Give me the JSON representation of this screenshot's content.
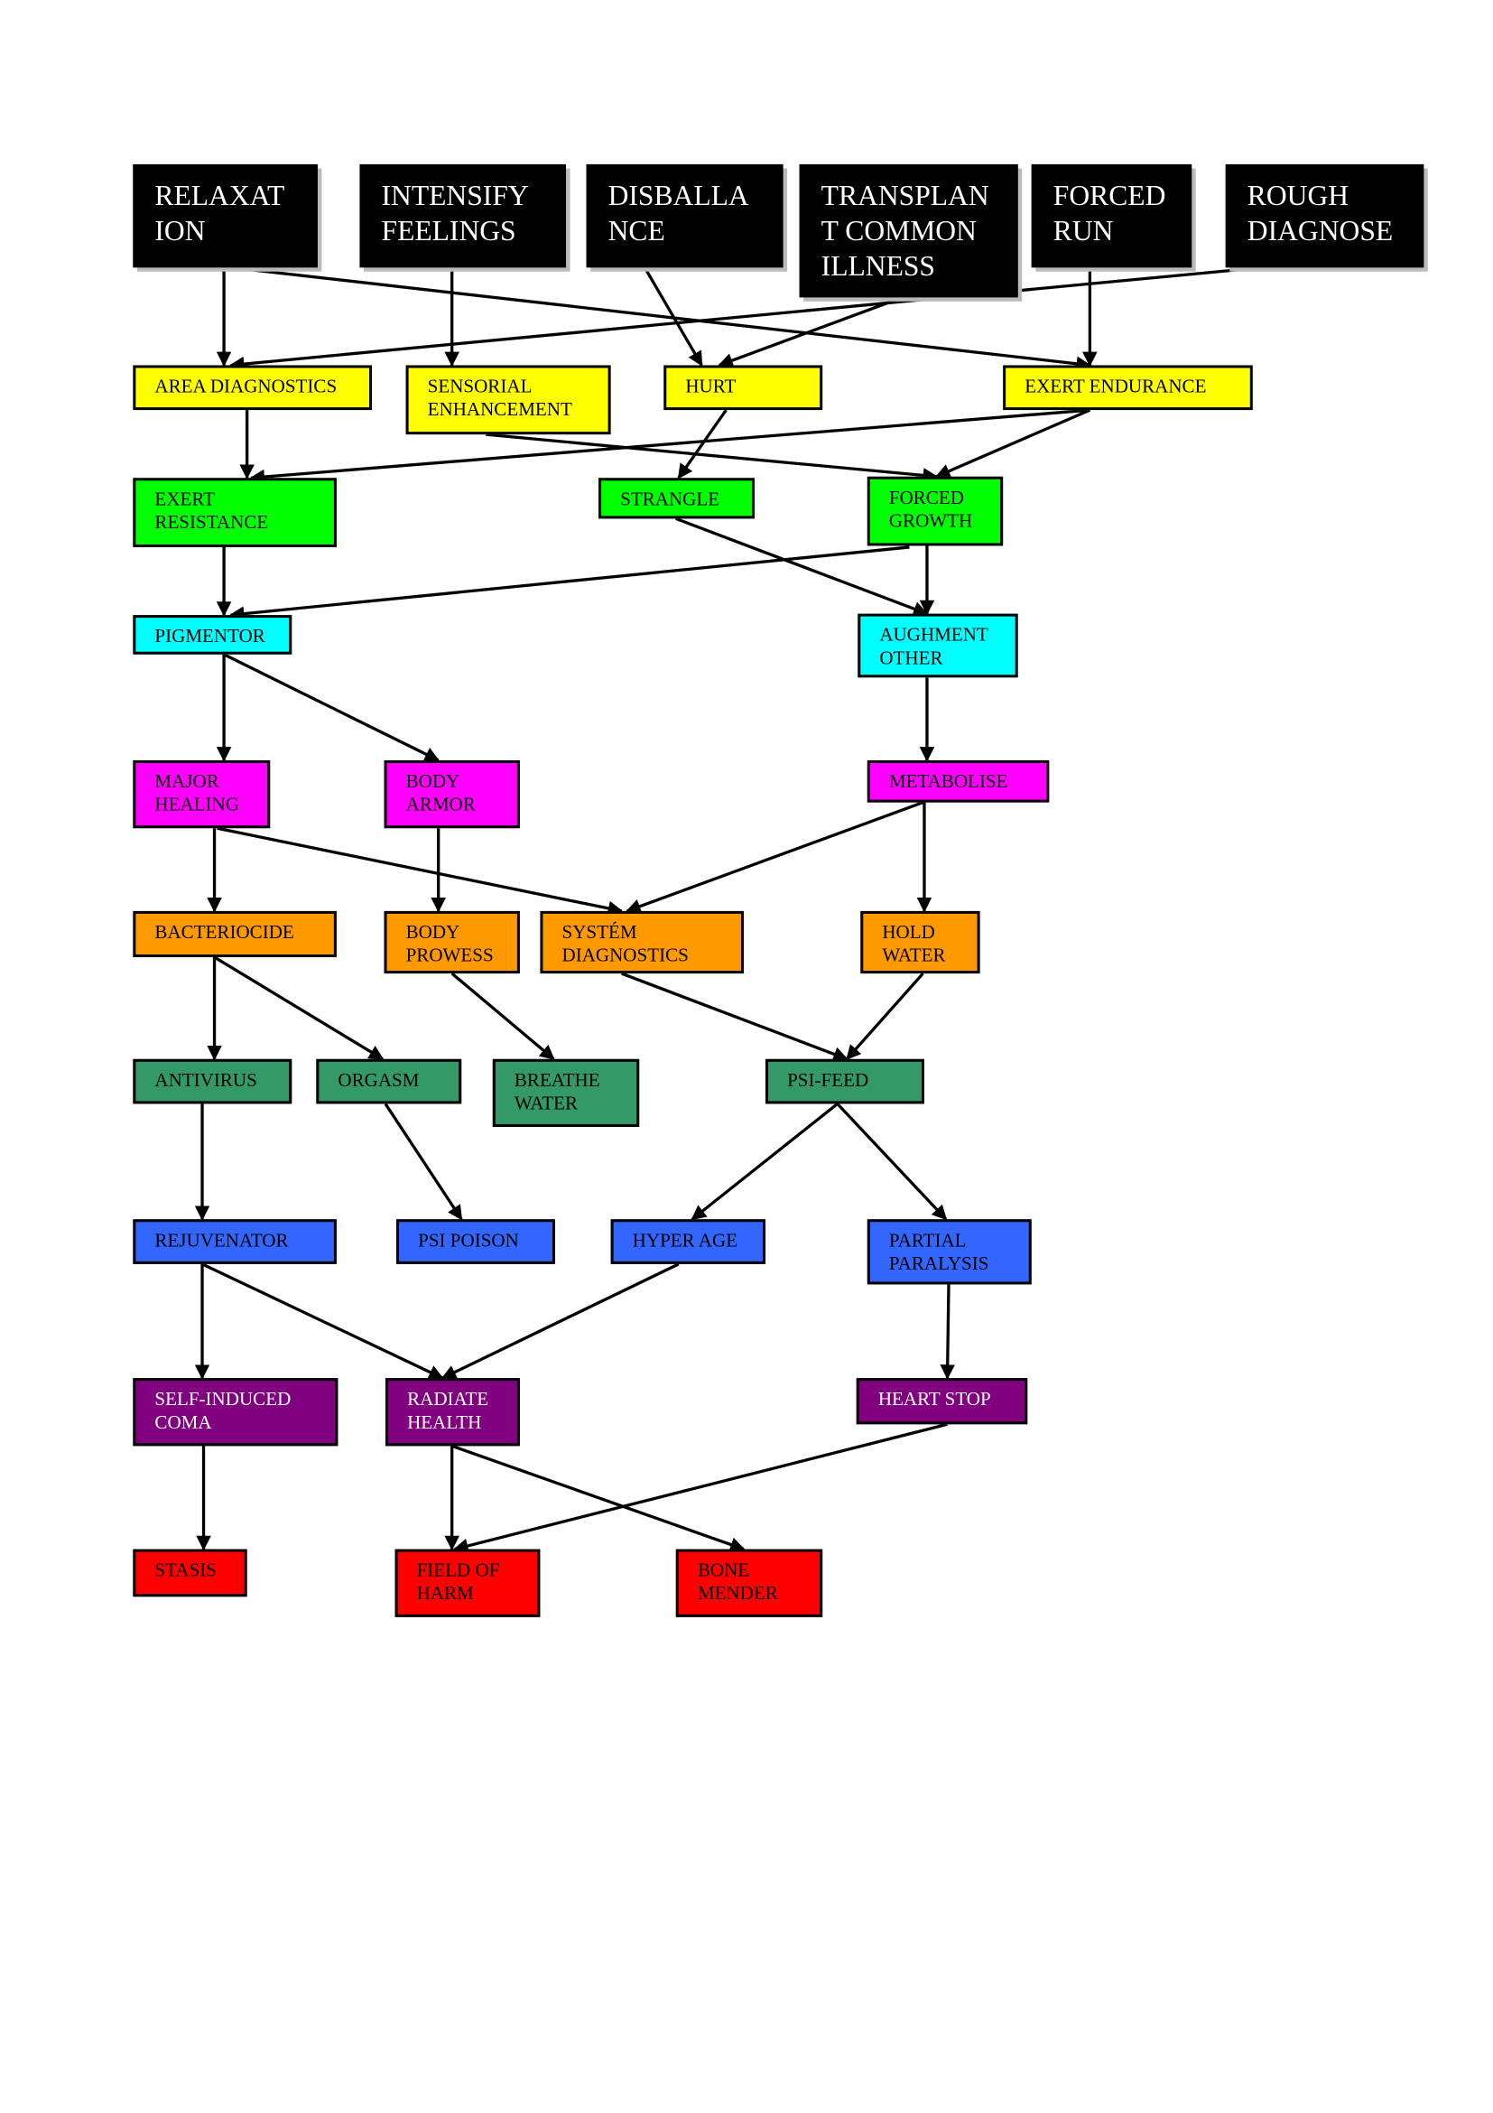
{
  "colors": {
    "black": "#000000",
    "yellow": "#ffff00",
    "green": "#00ff00",
    "cyan": "#00ffff",
    "magenta": "#ff00ff",
    "orange": "#ff9900",
    "seagreen": "#339966",
    "blue": "#3366ff",
    "purple": "#800080",
    "red": "#ff0000"
  },
  "nodes": [
    {
      "id": "relaxation",
      "label": "RELAXAT\nION",
      "tier": "black"
    },
    {
      "id": "intensify",
      "label": "INTENSIFY\nFEELINGS",
      "tier": "black"
    },
    {
      "id": "disballance",
      "label": "DISBALLA\nNCE",
      "tier": "black"
    },
    {
      "id": "transplant",
      "label": "TRANSPLAN\nT COMMON\nILLNESS",
      "tier": "black"
    },
    {
      "id": "forced_run",
      "label": "FORCED\nRUN",
      "tier": "black"
    },
    {
      "id": "rough",
      "label": "ROUGH\nDIAGNOSE",
      "tier": "black"
    },
    {
      "id": "area_diag",
      "label": "AREA DIAGNOSTICS",
      "tier": "yellow"
    },
    {
      "id": "sensorial",
      "label": "SENSORIAL\nENHANCEMENT",
      "tier": "yellow"
    },
    {
      "id": "hurt",
      "label": "HURT",
      "tier": "yellow"
    },
    {
      "id": "exert_end",
      "label": "EXERT ENDURANCE",
      "tier": "yellow"
    },
    {
      "id": "exert_res",
      "label": "EXERT\nRESISTANCE",
      "tier": "green"
    },
    {
      "id": "strangle",
      "label": "STRANGLE",
      "tier": "green"
    },
    {
      "id": "forced_growth",
      "label": "FORCED\nGROWTH",
      "tier": "green"
    },
    {
      "id": "pigmentor",
      "label": "PIGMENTOR",
      "tier": "cyan"
    },
    {
      "id": "aughment",
      "label": "AUGHMENT\nOTHER",
      "tier": "cyan"
    },
    {
      "id": "major_healing",
      "label": "MAJOR\nHEALING",
      "tier": "magenta"
    },
    {
      "id": "body_armor",
      "label": "BODY\nARMOR",
      "tier": "magenta"
    },
    {
      "id": "metabolise",
      "label": "METABOLISE",
      "tier": "magenta"
    },
    {
      "id": "bacteriocide",
      "label": "BACTERIOCIDE",
      "tier": "orange"
    },
    {
      "id": "body_prowess",
      "label": "BODY\nPROWESS",
      "tier": "orange"
    },
    {
      "id": "system_diag",
      "label": "SYSTÉM\nDIAGNOSTICS",
      "tier": "orange"
    },
    {
      "id": "hold_water",
      "label": "HOLD\nWATER",
      "tier": "orange"
    },
    {
      "id": "antivirus",
      "label": "ANTIVIRUS",
      "tier": "seagreen"
    },
    {
      "id": "orgasm",
      "label": "ORGASM",
      "tier": "seagreen"
    },
    {
      "id": "breathe_water",
      "label": "BREATHE\nWATER",
      "tier": "seagreen"
    },
    {
      "id": "psi_feed",
      "label": "PSI-FEED",
      "tier": "seagreen"
    },
    {
      "id": "rejuvenator",
      "label": "REJUVENATOR",
      "tier": "blue"
    },
    {
      "id": "psi_poison",
      "label": "PSI POISON",
      "tier": "blue"
    },
    {
      "id": "hyper_age",
      "label": "HYPER AGE",
      "tier": "blue"
    },
    {
      "id": "partial_paralysis",
      "label": "PARTIAL\nPARALYSIS",
      "tier": "blue"
    },
    {
      "id": "self_coma",
      "label": "SELF-INDUCED\nCOMA",
      "tier": "purple"
    },
    {
      "id": "radiate_health",
      "label": "RADIATE\nHEALTH",
      "tier": "purple"
    },
    {
      "id": "heart_stop",
      "label": "HEART STOP",
      "tier": "purple"
    },
    {
      "id": "stasis",
      "label": "STASIS",
      "tier": "red"
    },
    {
      "id": "field_of_harm",
      "label": "FIELD OF\nHARM",
      "tier": "red"
    },
    {
      "id": "bone_mender",
      "label": "BONE\nMENDER",
      "tier": "red"
    }
  ],
  "edges": [
    {
      "from": "relaxation",
      "to": "area_diag"
    },
    {
      "from": "relaxation",
      "to": "exert_end"
    },
    {
      "from": "intensify",
      "to": "sensorial"
    },
    {
      "from": "disballance",
      "to": "hurt"
    },
    {
      "from": "transplant",
      "to": "hurt"
    },
    {
      "from": "forced_run",
      "to": "exert_end"
    },
    {
      "from": "rough",
      "to": "area_diag"
    },
    {
      "from": "area_diag",
      "to": "exert_res"
    },
    {
      "from": "sensorial",
      "to": "forced_growth"
    },
    {
      "from": "hurt",
      "to": "strangle"
    },
    {
      "from": "exert_end",
      "to": "exert_res"
    },
    {
      "from": "exert_end",
      "to": "forced_growth"
    },
    {
      "from": "exert_res",
      "to": "pigmentor"
    },
    {
      "from": "strangle",
      "to": "aughment"
    },
    {
      "from": "forced_growth",
      "to": "aughment"
    },
    {
      "from": "forced_growth",
      "to": "pigmentor"
    },
    {
      "from": "pigmentor",
      "to": "major_healing"
    },
    {
      "from": "pigmentor",
      "to": "body_armor"
    },
    {
      "from": "aughment",
      "to": "metabolise"
    },
    {
      "from": "major_healing",
      "to": "bacteriocide"
    },
    {
      "from": "major_healing",
      "to": "system_diag"
    },
    {
      "from": "body_armor",
      "to": "body_prowess"
    },
    {
      "from": "metabolise",
      "to": "system_diag"
    },
    {
      "from": "metabolise",
      "to": "hold_water"
    },
    {
      "from": "bacteriocide",
      "to": "antivirus"
    },
    {
      "from": "bacteriocide",
      "to": "orgasm"
    },
    {
      "from": "body_prowess",
      "to": "breathe_water"
    },
    {
      "from": "system_diag",
      "to": "psi_feed"
    },
    {
      "from": "hold_water",
      "to": "psi_feed"
    },
    {
      "from": "antivirus",
      "to": "rejuvenator"
    },
    {
      "from": "orgasm",
      "to": "psi_poison"
    },
    {
      "from": "psi_feed",
      "to": "hyper_age"
    },
    {
      "from": "psi_feed",
      "to": "partial_paralysis"
    },
    {
      "from": "rejuvenator",
      "to": "self_coma"
    },
    {
      "from": "rejuvenator",
      "to": "radiate_health"
    },
    {
      "from": "hyper_age",
      "to": "radiate_health"
    },
    {
      "from": "partial_paralysis",
      "to": "heart_stop"
    },
    {
      "from": "self_coma",
      "to": "stasis"
    },
    {
      "from": "radiate_health",
      "to": "field_of_harm"
    },
    {
      "from": "radiate_health",
      "to": "bone_mender"
    },
    {
      "from": "heart_stop",
      "to": "field_of_harm"
    }
  ]
}
